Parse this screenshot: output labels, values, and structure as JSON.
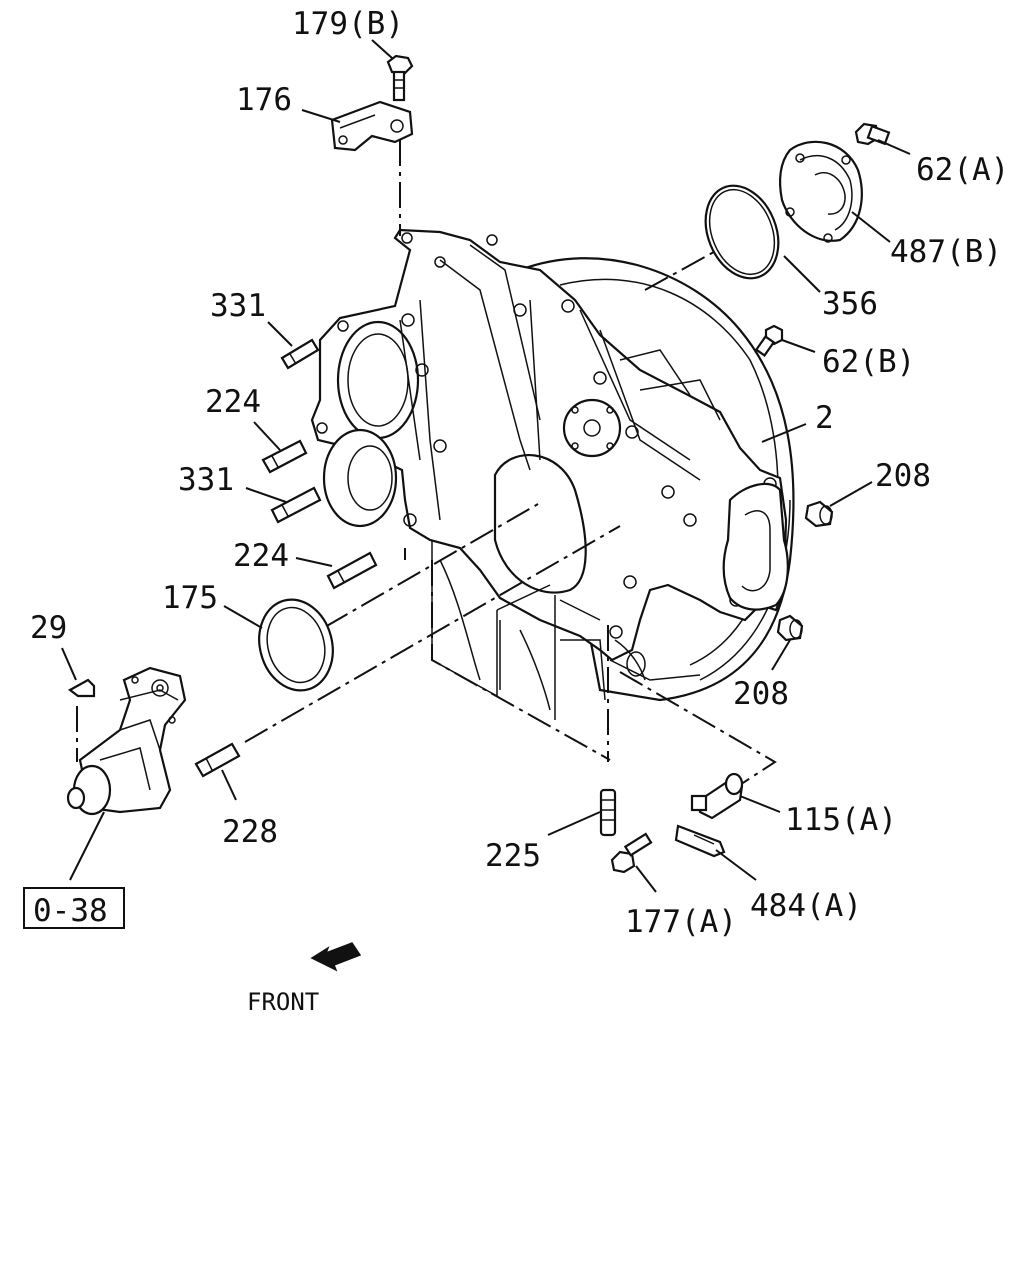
{
  "callouts": {
    "p179b": "179(B)",
    "p176": "176",
    "p62a": "62(A)",
    "p487b": "487(B)",
    "p356": "356",
    "p62b": "62(B)",
    "p331a": "331",
    "p224a": "224",
    "p331b": "331",
    "p2": "2",
    "p208a": "208",
    "p224b": "224",
    "p175": "175",
    "p29": "29",
    "p208b": "208",
    "p228": "228",
    "p115a": "115(A)",
    "p225": "225",
    "p484a": "484(A)",
    "p177a": "177(A)"
  },
  "ref_box": "0-38",
  "direction": "FRONT"
}
